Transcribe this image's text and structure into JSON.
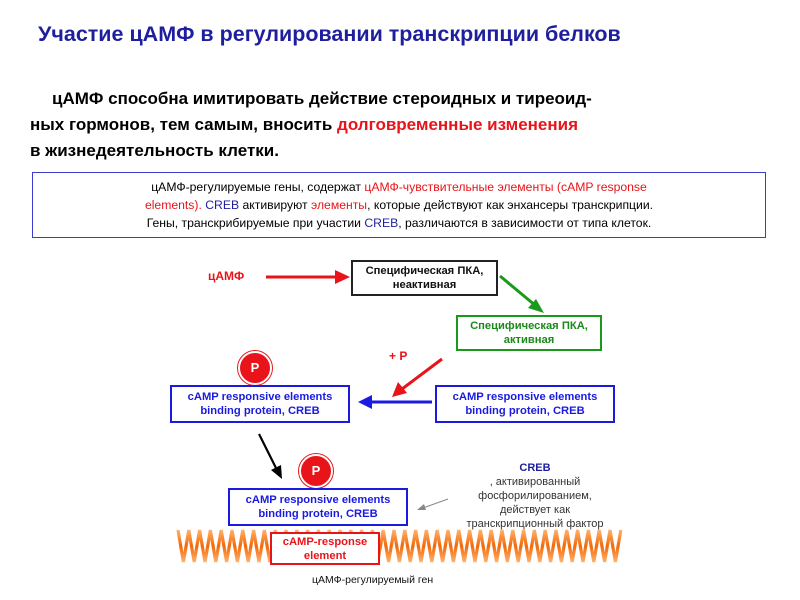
{
  "title": "Участие цАМФ в регулировании транскрипции белков",
  "intro": {
    "line1": "цАМФ способна имитировать действие стероидных и тиреоид-",
    "line2_pre": "ных гормонов, тем самым, вносить ",
    "line2_red": "долговременные изменения",
    "line3": "в жизнедеятельность клетки."
  },
  "infobox": {
    "l1_a": "цАМФ-регулируемые гены, содержат ",
    "l1_b": "цАМФ-чувствительные элементы (cAMP response",
    "l2_a": "elements). ",
    "l2_b": "CREB",
    "l2_c": " активируют ",
    "l2_d": "элементы",
    "l2_e": ", которые действуют как энхансеры транскрипции.",
    "l3_a": "Гены, транскрибируемые при участии ",
    "l3_b": "CREB",
    "l3_c": ", различаются в зависимости от типа клеток."
  },
  "diagram": {
    "camp_label": "цАМФ",
    "pka_inactive": [
      "Специфическая ПКА,",
      "неактивная"
    ],
    "pka_active": [
      "Специфическая ПКА,",
      "активная"
    ],
    "plus_p": "+ Р",
    "p_badge": "Р",
    "creb_left": [
      "cAMP responsive elements",
      "binding protein, CREB"
    ],
    "creb_right": [
      "cAMP responsive elements",
      "binding protein, CREB"
    ],
    "creb_bottom": [
      "cAMP responsive elements",
      "binding protein, CREB"
    ],
    "cre_element": [
      "cAMP-response",
      "element"
    ],
    "note": [
      "CREB, активированный",
      "фосфорилированием,",
      "действует как",
      "транскрипционный фактор"
    ],
    "gene_label": "цАМФ-регулируемый ген"
  },
  "colors": {
    "title": "#1f1f9e",
    "red": "#e8141a",
    "blue": "#1f1f9e",
    "green": "#1a9a1a",
    "orange": "#f07a10"
  }
}
